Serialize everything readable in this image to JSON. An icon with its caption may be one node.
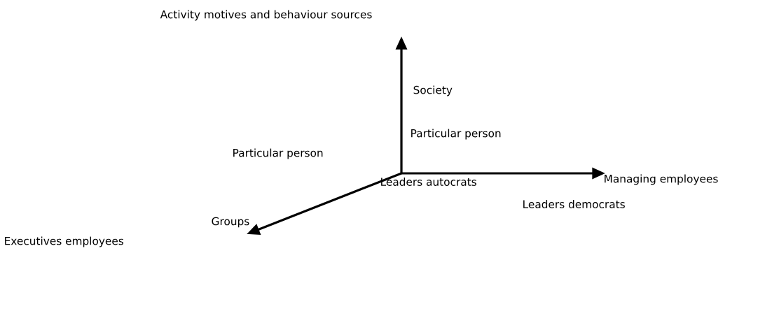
{
  "diagram": {
    "labels": [
      "Activity motives and behaviour sources",
      "Society",
      "Particular person",
      "Particular person",
      "Managing employees",
      "Leaders autocrats",
      "Leaders democrats",
      "Groups",
      "Executives employees"
    ]
  }
}
